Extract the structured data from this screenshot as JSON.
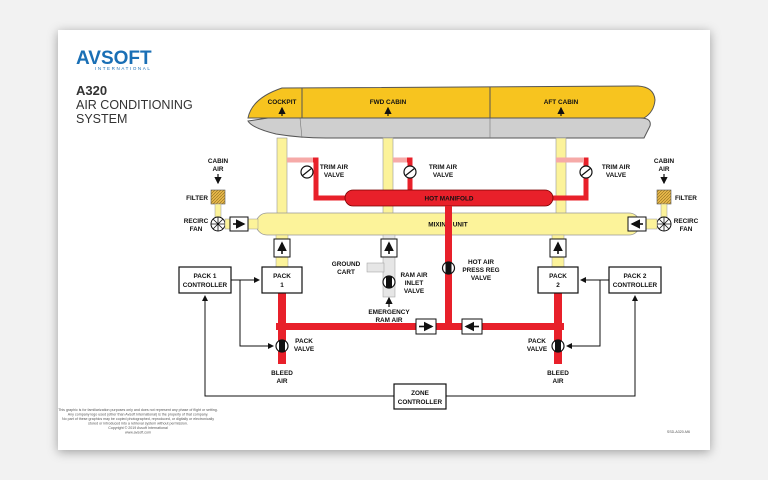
{
  "brand": {
    "logo": "AVSOFT",
    "sub": "INTERNATIONAL"
  },
  "title": {
    "model": "A320",
    "line1": "AIR CONDITIONING",
    "line2": "SYSTEM"
  },
  "labels": {
    "cockpit": "COCKPIT",
    "fwd_cabin": "FWD CABIN",
    "aft_cabin": "AFT CABIN",
    "trim_air_valve": [
      "TRIM AIR",
      "VALVE"
    ],
    "hot_manifold": "HOT MANIFOLD",
    "mixing_unit": "MIXING UNIT",
    "cabin_air": [
      "CABIN",
      "AIR"
    ],
    "filter": "FILTER",
    "recirc_fan": [
      "RECIRC",
      "FAN"
    ],
    "pack1_controller": [
      "PACK 1",
      "CONTROLLER"
    ],
    "pack2_controller": [
      "PACK 2",
      "CONTROLLER"
    ],
    "pack1": [
      "PACK",
      "1"
    ],
    "pack2": [
      "PACK",
      "2"
    ],
    "ground_cart": [
      "GROUND",
      "CART"
    ],
    "ram_air_inlet_valve": [
      "RAM AIR",
      "INLET",
      "VALVE"
    ],
    "hot_air_press_reg_valve": [
      "HOT AIR",
      "PRESS REG",
      "VALVE"
    ],
    "emergency_ram_air": [
      "EMERGENCY",
      "RAM AIR"
    ],
    "pack_valve": [
      "PACK",
      "VALVE"
    ],
    "bleed_air": [
      "BLEED",
      "AIR"
    ],
    "zone_controller": [
      "ZONE",
      "CONTROLLER"
    ]
  },
  "footer": {
    "disclaimer": [
      "This graphic is for familiarization purposes only and does not represent any phase of flight or setting.",
      "Any company logo used (other than Avsoft International) is the property of that company.",
      "No part of these graphics may be copied photographed, reproduced, or digitally or electronically",
      "stored or introduced into a retrieval system without permission.",
      "Copyright © 2019 Avsoft International",
      "www.avsoft.com"
    ],
    "code": "SSD-A320-M6"
  },
  "colors": {
    "yellow": "#f7c41f",
    "light_yellow": "#fcf39a",
    "red": "#e8202a",
    "pink": "#f6aaa8",
    "fuselage": "#cfcfcf",
    "brand_blue": "#1a6fb5"
  }
}
